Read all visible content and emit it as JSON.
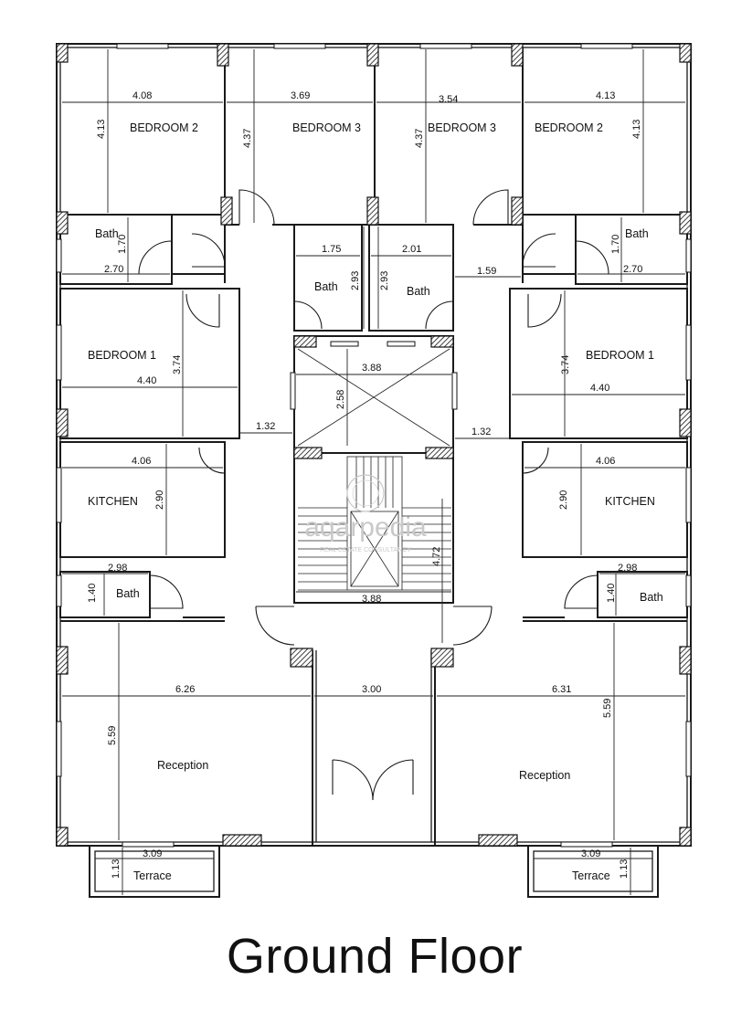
{
  "title": "Ground Floor",
  "watermark": {
    "brand": "aqarpedia",
    "tagline": "REAL ESTATE CONSULTANCY"
  },
  "rooms": {
    "bedroom2_left": "BEDROOM 2",
    "bedroom3_left": "BEDROOM 3",
    "bedroom3_right": "BEDROOM 3",
    "bedroom2_right": "BEDROOM 2",
    "bath_left_top": "Bath",
    "bath_right_top": "Bath",
    "bath_center_left": "Bath",
    "bath_center_right": "Bath",
    "bedroom1_left": "BEDROOM 1",
    "bedroom1_right": "BEDROOM 1",
    "kitchen_left": "KITCHEN",
    "kitchen_right": "KITCHEN",
    "bath_left_low": "Bath",
    "bath_right_low": "Bath",
    "reception_left": "Reception",
    "reception_right": "Reception",
    "terrace_left": "Terrace",
    "terrace_right": "Terrace"
  },
  "dims": {
    "d408": "4.08",
    "d369": "3.69",
    "d354": "3.54",
    "d413a": "4.13",
    "d413b": "4.13",
    "d437a": "4.37",
    "d437b": "4.37",
    "d413c": "4.13",
    "d170a": "1.70",
    "d270a": "2.70",
    "d175": "1.75",
    "d201": "2.01",
    "d293a": "2.93",
    "d293b": "2.93",
    "d159": "1.59",
    "d170b": "1.70",
    "d270b": "2.70",
    "d374a": "3.74",
    "d440a": "4.40",
    "d388a": "3.88",
    "d258": "2.58",
    "d374b": "3.74",
    "d440b": "4.40",
    "d132a": "1.32",
    "d132b": "1.32",
    "d406a": "4.06",
    "d406b": "4.06",
    "d290a": "2.90",
    "d290b": "2.90",
    "d298a": "2.98",
    "d298b": "2.98",
    "d140a": "1.40",
    "d140b": "1.40",
    "d472": "4.72",
    "d388b": "3.88",
    "d626": "6.26",
    "d300": "3.00",
    "d631": "6.31",
    "d559a": "5.59",
    "d559b": "5.59",
    "d309a": "3.09",
    "d309b": "3.09",
    "d113a": "1.13",
    "d113b": "1.13"
  }
}
